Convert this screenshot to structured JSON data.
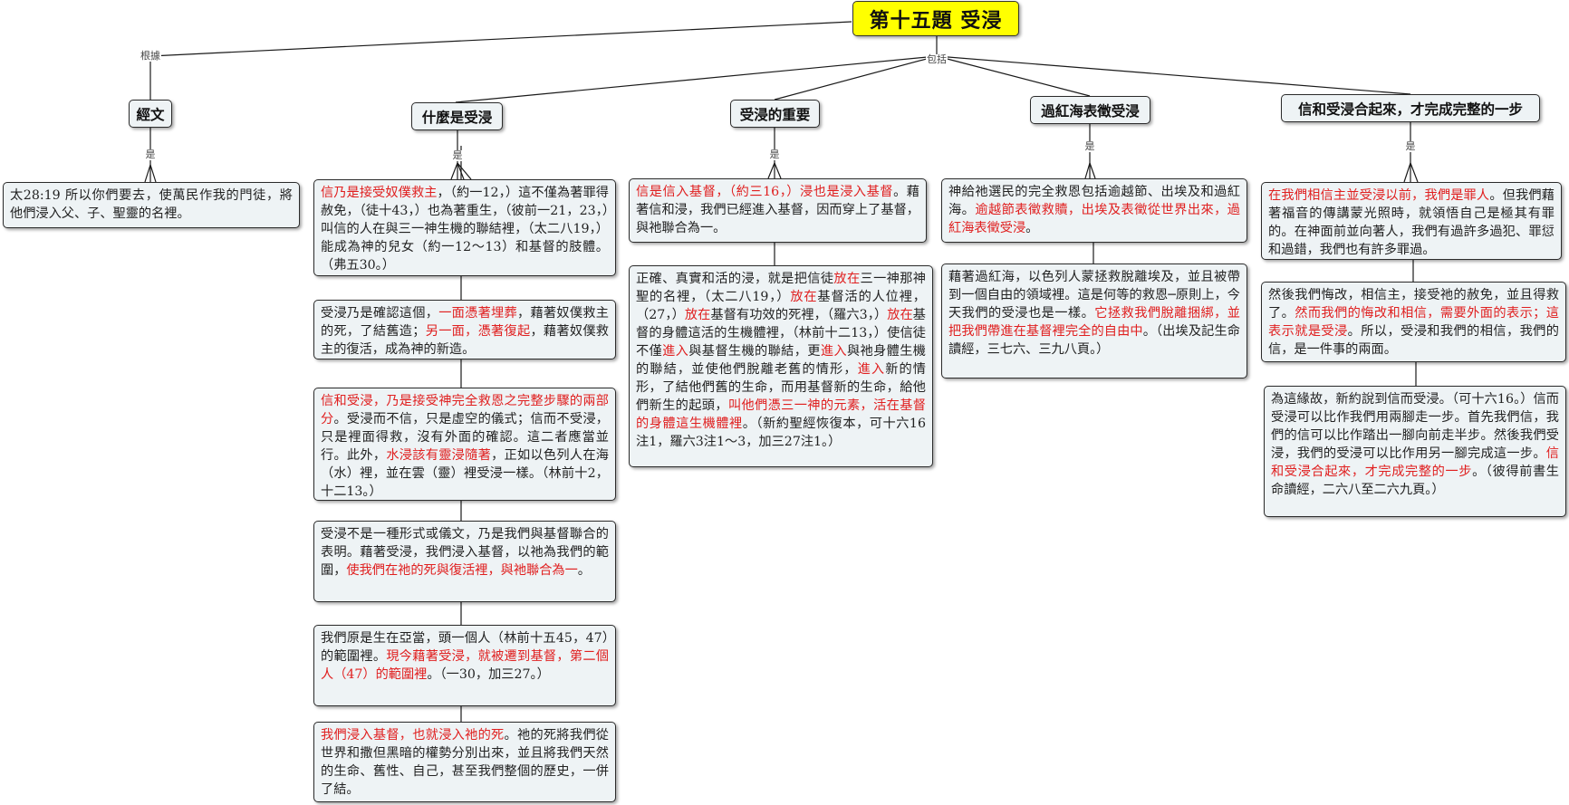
{
  "root": {
    "title": "第十五題  受浸"
  },
  "link_labels": {
    "basis": "根據",
    "includes": "包括",
    "is": "是"
  },
  "topics": [
    {
      "id": "scripture",
      "title": "經文"
    },
    {
      "id": "what",
      "title": "什麼是受浸"
    },
    {
      "id": "importance",
      "title": "受浸的重要"
    },
    {
      "id": "redsea",
      "title": "過紅海表徵受浸"
    },
    {
      "id": "faith",
      "title": "信和受浸合起來，才完成完整的一步"
    }
  ],
  "notes": {
    "scripture": [
      {
        "runs": [
          {
            "t": "太28:19 所以你們要去，使萬民作我的門徒，將他們浸入父、子、聖靈的名裡。"
          }
        ]
      }
    ],
    "what": [
      {
        "runs": [
          {
            "t": "信乃是接受奴僕救主",
            "red": true
          },
          {
            "t": "，（約一12，）這不僅為著罪得赦免，（徒十43，）也為著重生，（彼前一21，23，）叫信的人在與三一神生機的聯結裡，（太二八19，）能成為神的兒女（約一12～13）和基督的肢體。（弗五30。）"
          }
        ]
      },
      {
        "runs": [
          {
            "t": "受浸乃是確認這個，"
          },
          {
            "t": "一面憑著埋葬",
            "red": true
          },
          {
            "t": "，藉著奴僕救主的死，了結舊造；"
          },
          {
            "t": "另一面，憑著復起",
            "red": true
          },
          {
            "t": "，藉著奴僕救主的復活，成為神的新造。"
          }
        ]
      },
      {
        "runs": [
          {
            "t": "信和受浸，乃是接受神完全救恩之完整步驟的兩部分",
            "red": true
          },
          {
            "t": "。受浸而不信，只是虛空的儀式；信而不受浸，只是裡面得救，沒有外面的確認。這二者應當並行。此外，"
          },
          {
            "t": "水浸該有靈浸隨著",
            "red": true
          },
          {
            "t": "，正如以色列人在海（水）裡，並在雲（靈）裡受浸一樣。（林前十2，十二13。）"
          }
        ]
      },
      {
        "runs": [
          {
            "t": "受浸不是一種形式或儀文，乃是我們與基督聯合的表明。藉著受浸，我們浸入基督，以祂為我們的範圍，"
          },
          {
            "t": "使我們在祂的死與復活裡，與祂聯合為一",
            "red": true
          },
          {
            "t": "。"
          }
        ]
      },
      {
        "runs": [
          {
            "t": "我們原是生在亞當，頭一個人（林前十五45，47）的範圍裡。"
          },
          {
            "t": "現今藉著受浸，就被遷到基督，第二個人（47）的範圍裡",
            "red": true
          },
          {
            "t": "。（一30，加三27。）"
          }
        ]
      },
      {
        "runs": [
          {
            "t": "我們浸入基督，也就浸入祂的死",
            "red": true
          },
          {
            "t": "。祂的死將我們從世界和撒但黑暗的權勢分別出來，並且將我們天然的生命、舊性、自己，甚至我們整個的歷史，一併了結。"
          }
        ]
      }
    ],
    "importance": [
      {
        "runs": [
          {
            "t": "信是信入基督，（約三16，）浸也是浸入基督",
            "red": true
          },
          {
            "t": "。藉著信和浸，我們已經進入基督，因而穿上了基督，與祂聯合為一。"
          }
        ]
      },
      {
        "runs": [
          {
            "t": "正確、真實和活的浸，就是把信徒"
          },
          {
            "t": "放在",
            "red": true
          },
          {
            "t": "三一神那神聖的名裡，（太二八19，）"
          },
          {
            "t": "放在",
            "red": true
          },
          {
            "t": "基督活的人位裡，（27，）"
          },
          {
            "t": "放在",
            "red": true
          },
          {
            "t": "基督有功效的死裡，（羅六3，）"
          },
          {
            "t": "放在",
            "red": true
          },
          {
            "t": "基督的身體這活的生機體裡，（林前十二13，）使信徒不僅"
          },
          {
            "t": "進入",
            "red": true
          },
          {
            "t": "與基督生機的聯結，更"
          },
          {
            "t": "進入",
            "red": true
          },
          {
            "t": "與祂身體生機的聯結，並使他們脫離老舊的情形，"
          },
          {
            "t": "進入",
            "red": true
          },
          {
            "t": "新的情形，了結他們舊的生命，而用基督新的生命，給他們新生的起頭，"
          },
          {
            "t": "叫他們憑三一神的元素，活在基督的身體這生機體裡",
            "red": true
          },
          {
            "t": "。（新約聖經恢復本，可十六16注1，羅六3注1～3，加三27注1。）"
          }
        ]
      }
    ],
    "redsea": [
      {
        "runs": [
          {
            "t": "神給祂選民的完全救恩包括逾越節、出埃及和過紅海。"
          },
          {
            "t": "逾越節表徵救贖，出埃及表徵從世界出來，過紅海表徵受浸",
            "red": true
          },
          {
            "t": "。"
          }
        ]
      },
      {
        "runs": [
          {
            "t": "藉著過紅海，以色列人蒙拯救脫離埃及，並且被帶到一個自由的領域裡。這是何等的救恩─原則上，今天我們的受浸也是一樣。"
          },
          {
            "t": "它拯救我們脫離捆綁，並把我們帶進在基督裡完全的自由中",
            "red": true
          },
          {
            "t": "。（出埃及記生命讀經，三七六、三九八頁。）"
          }
        ]
      }
    ],
    "faith": [
      {
        "runs": [
          {
            "t": "在我們相信主並受浸以前，我們是罪人",
            "red": true
          },
          {
            "t": "。但我們藉著福音的傳講蒙光照時，就領悟自己是極其有罪的。在神面前並向著人，我們有過許多過犯、罪愆和過錯，我們也有許多罪過。"
          }
        ]
      },
      {
        "runs": [
          {
            "t": "然後我們悔改，相信主，接受祂的赦免，並且得救了。"
          },
          {
            "t": "然而我們的悔改和相信，需要外面的表示；這表示就是受浸",
            "red": true
          },
          {
            "t": "。所以，受浸和我們的相信，我們的信，是一件事的兩面。"
          }
        ]
      },
      {
        "runs": [
          {
            "t": "為這緣故，新約說到信而受浸。（可十六16。）信而受浸可以比作我們用兩腳走一步。首先我們信，我們的信可以比作踏出一腳向前走半步。然後我們受浸，我們的受浸可以比作用另一腳完成這一步。"
          },
          {
            "t": "信和受浸合起來，才完成完整的一步",
            "red": true
          },
          {
            "t": "。（彼得前書生命讀經，二六八至二六九頁。）"
          }
        ]
      }
    ]
  }
}
